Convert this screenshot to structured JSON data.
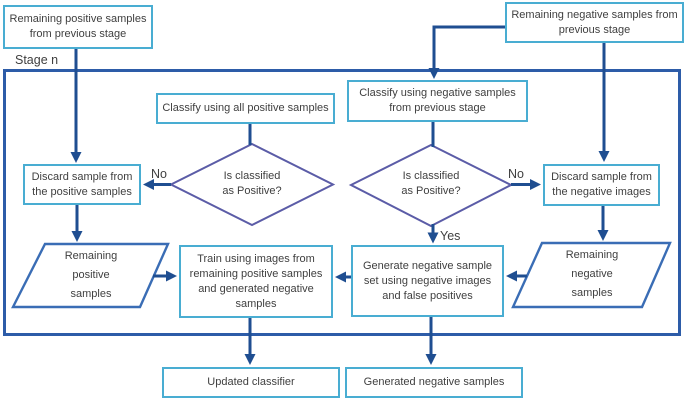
{
  "diagram": {
    "title_label": "Stage n",
    "colors": {
      "cyan_box_border": "#49ADD2",
      "arrow_navy": "#1F4E91",
      "stage_box_border": "#2D5CA8",
      "diamond_border": "#5B5CA7",
      "parallelogram_border": "#3A6DB5",
      "text_color": "#3F3F3F",
      "bg": "#FFFFFF"
    },
    "nodes": {
      "remaining_pos_top": {
        "shape": "rect",
        "lines": [
          "Remaining positive samples",
          "from previous stage"
        ]
      },
      "remaining_neg_top": {
        "shape": "rect",
        "lines": [
          "Remaining negative samples from",
          "previous stage"
        ]
      },
      "classify_all_pos": {
        "shape": "rect",
        "lines": [
          "Classify using all positive samples"
        ]
      },
      "classify_neg": {
        "shape": "rect",
        "lines": [
          "Classify using negative samples",
          "from previous stage"
        ]
      },
      "diamond_left": {
        "shape": "diamond",
        "lines": [
          "Is classified",
          "as Positive?"
        ]
      },
      "diamond_right": {
        "shape": "diamond",
        "lines": [
          "Is classified",
          "as Positive?"
        ]
      },
      "discard_pos": {
        "shape": "rect",
        "lines": [
          "Discard sample from",
          "the positive samples"
        ]
      },
      "discard_neg": {
        "shape": "rect",
        "lines": [
          "Discard sample from",
          "the negative images"
        ]
      },
      "para_pos": {
        "shape": "parallelogram",
        "lines": [
          "Remaining",
          "positive",
          "samples"
        ]
      },
      "para_neg": {
        "shape": "parallelogram",
        "lines": [
          "Remaining",
          "negative",
          "samples"
        ]
      },
      "train": {
        "shape": "rect",
        "lines": [
          "Train using images from",
          "remaining positive samples",
          "and generated negative",
          "samples"
        ]
      },
      "generate": {
        "shape": "rect",
        "lines": [
          "Generate negative sample",
          "set using negative images",
          "and false positives"
        ]
      },
      "updated_classifier": {
        "shape": "rect",
        "lines": [
          "Updated classifier"
        ]
      },
      "generated_neg": {
        "shape": "rect",
        "lines": [
          "Generated negative samples"
        ]
      }
    },
    "edge_labels": {
      "no_left": "No",
      "no_right": "No",
      "yes": "Yes"
    }
  }
}
